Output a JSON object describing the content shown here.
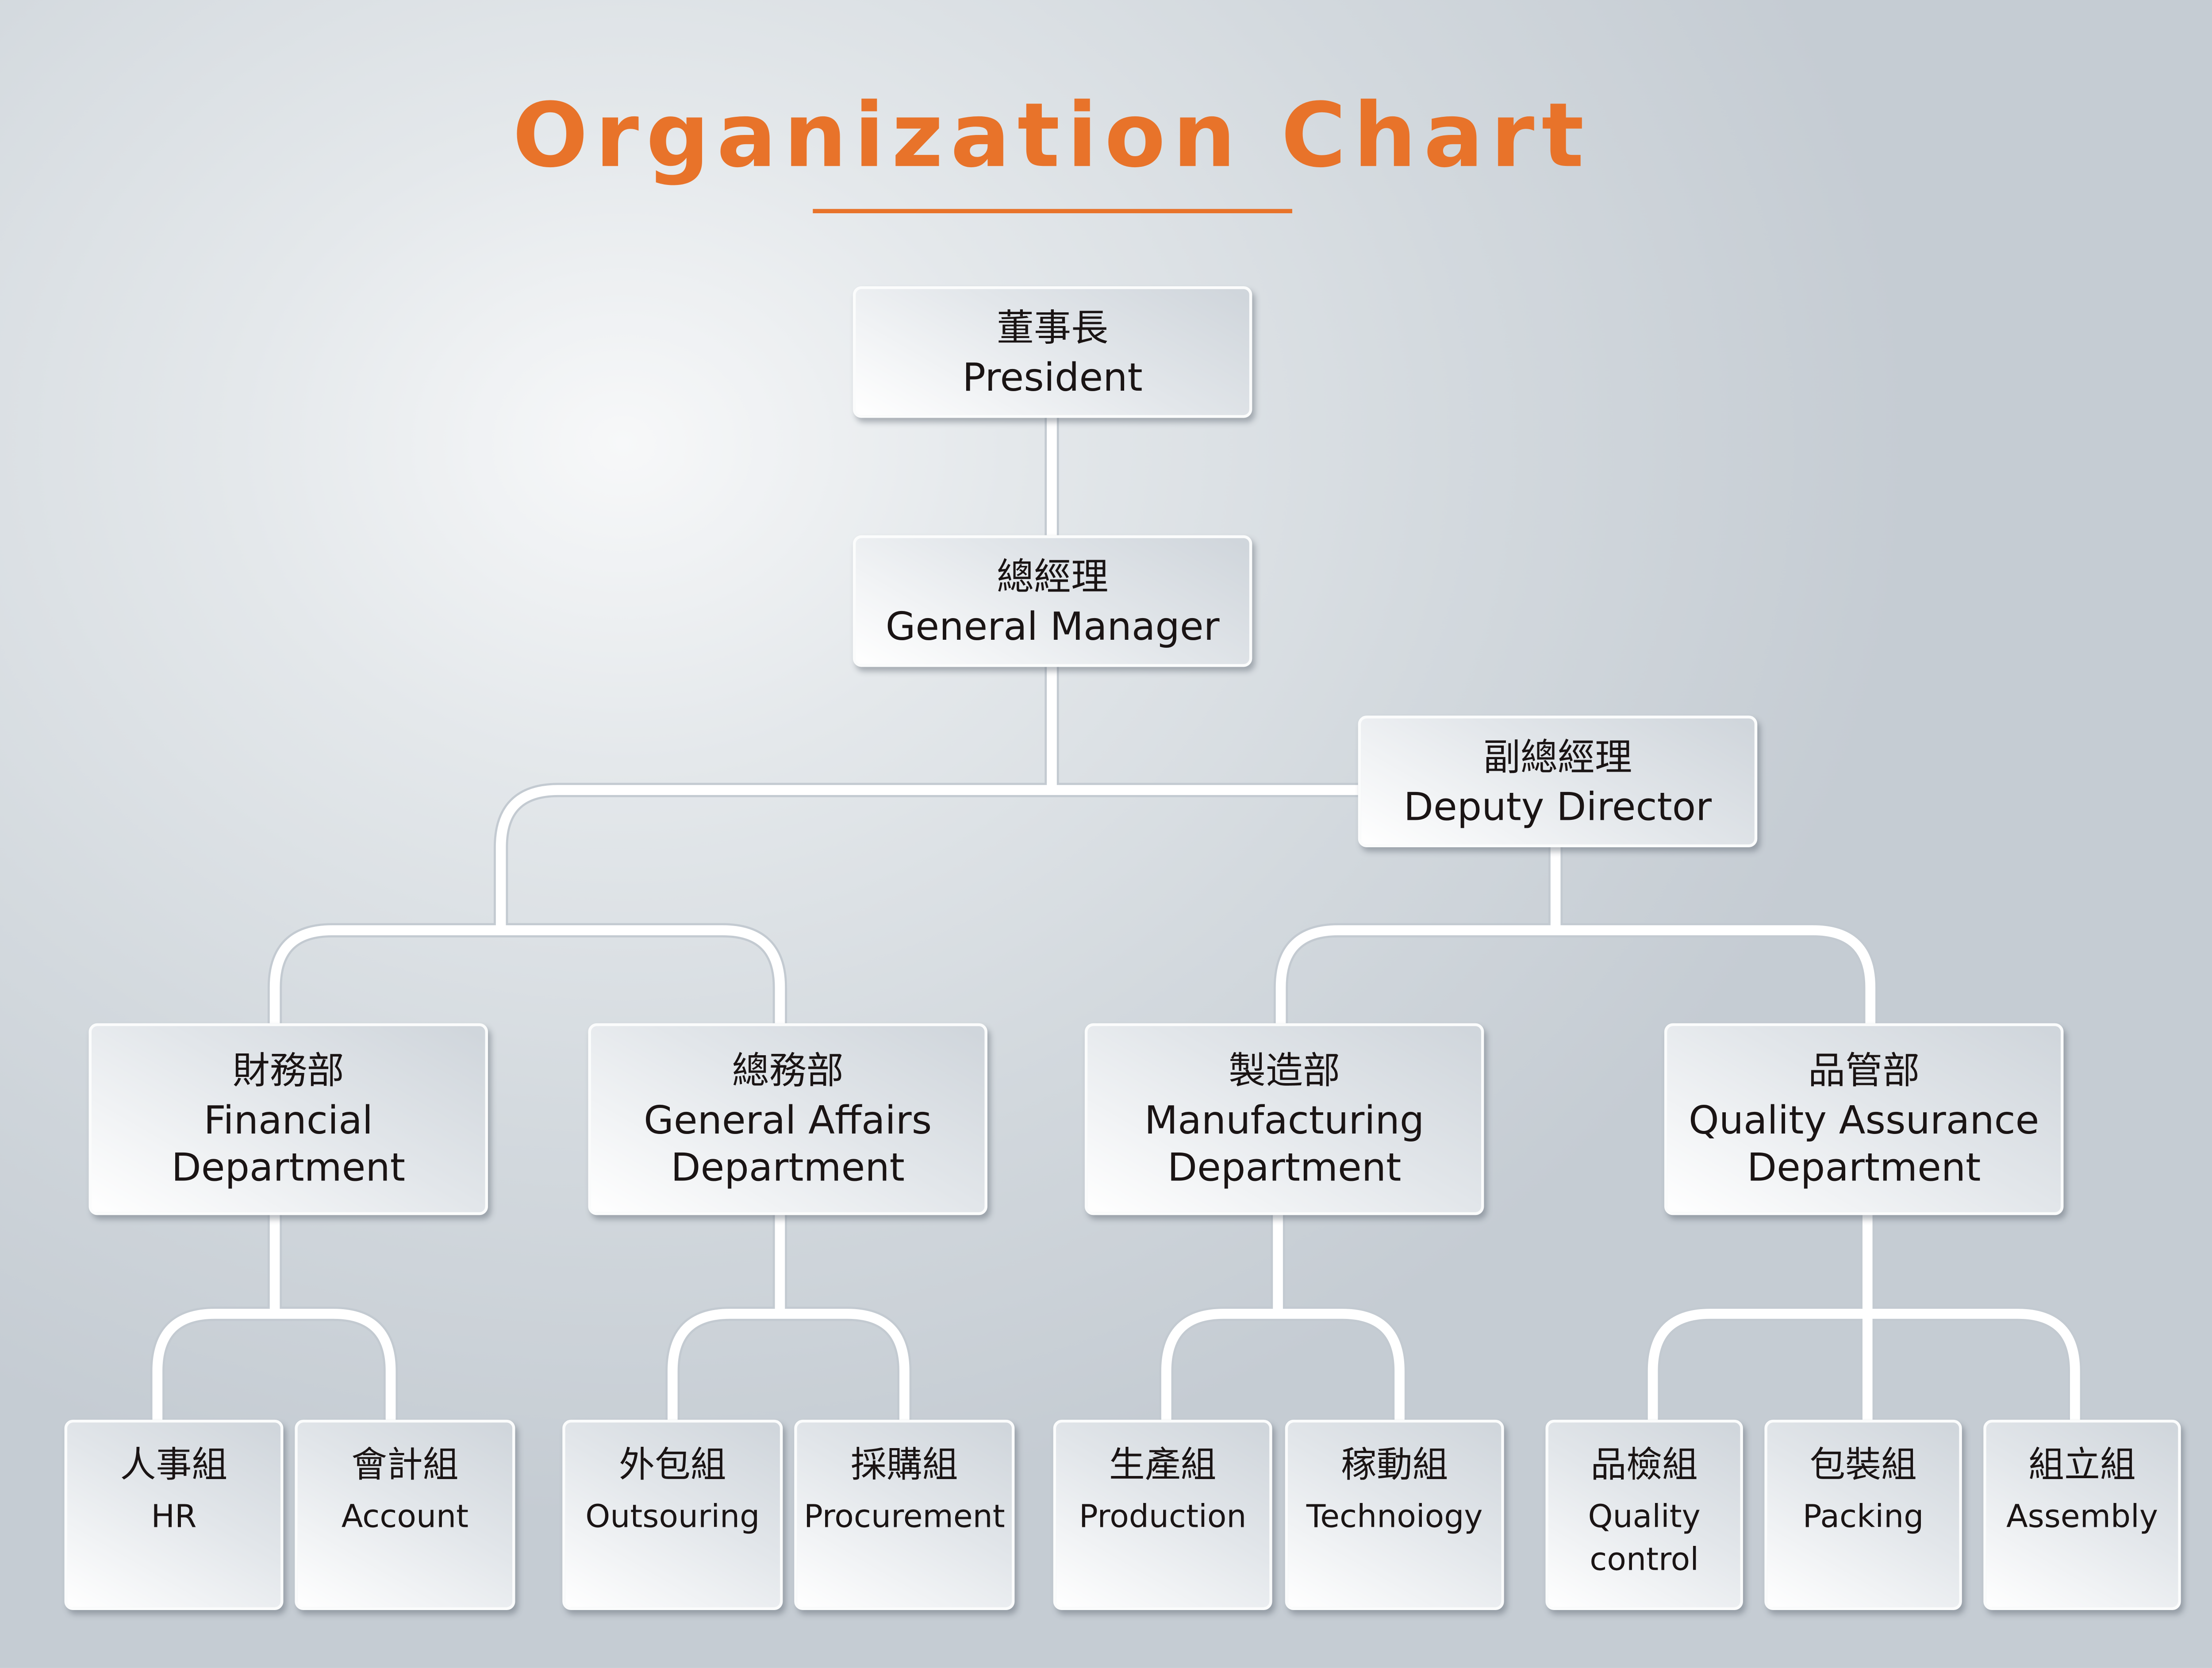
{
  "title": "Organization Chart",
  "president": {
    "zh": "董事長",
    "en": "President"
  },
  "general_manager": {
    "zh": "總經理",
    "en": "General Manager"
  },
  "deputy_director": {
    "zh": "副總經理",
    "en": "Deputy Director"
  },
  "departments": [
    {
      "zh": "財務部",
      "en1": "Financial",
      "en2": "Department"
    },
    {
      "zh": "總務部",
      "en1": "General Affairs",
      "en2": "Department"
    },
    {
      "zh": "製造部",
      "en1": "Manufacturing",
      "en2": "Department"
    },
    {
      "zh": "品管部",
      "en1": "Quality Assurance",
      "en2": "Department"
    }
  ],
  "groups": [
    {
      "zh": "人事組",
      "en": "HR"
    },
    {
      "zh": "會計組",
      "en": "Account"
    },
    {
      "zh": "外包組",
      "en": "Outsouring"
    },
    {
      "zh": "採購組",
      "en": "Procurement"
    },
    {
      "zh": "生產組",
      "en": "Production"
    },
    {
      "zh": "稼動組",
      "en": "Technoiogy"
    },
    {
      "zh": "品檢組",
      "en": "Quality",
      "en2": "control"
    },
    {
      "zh": "包裝組",
      "en": "Packing"
    },
    {
      "zh": "組立組",
      "en": "Assembly"
    }
  ],
  "colors": {
    "accent": "#e8732a",
    "connector": "#ffffff"
  }
}
